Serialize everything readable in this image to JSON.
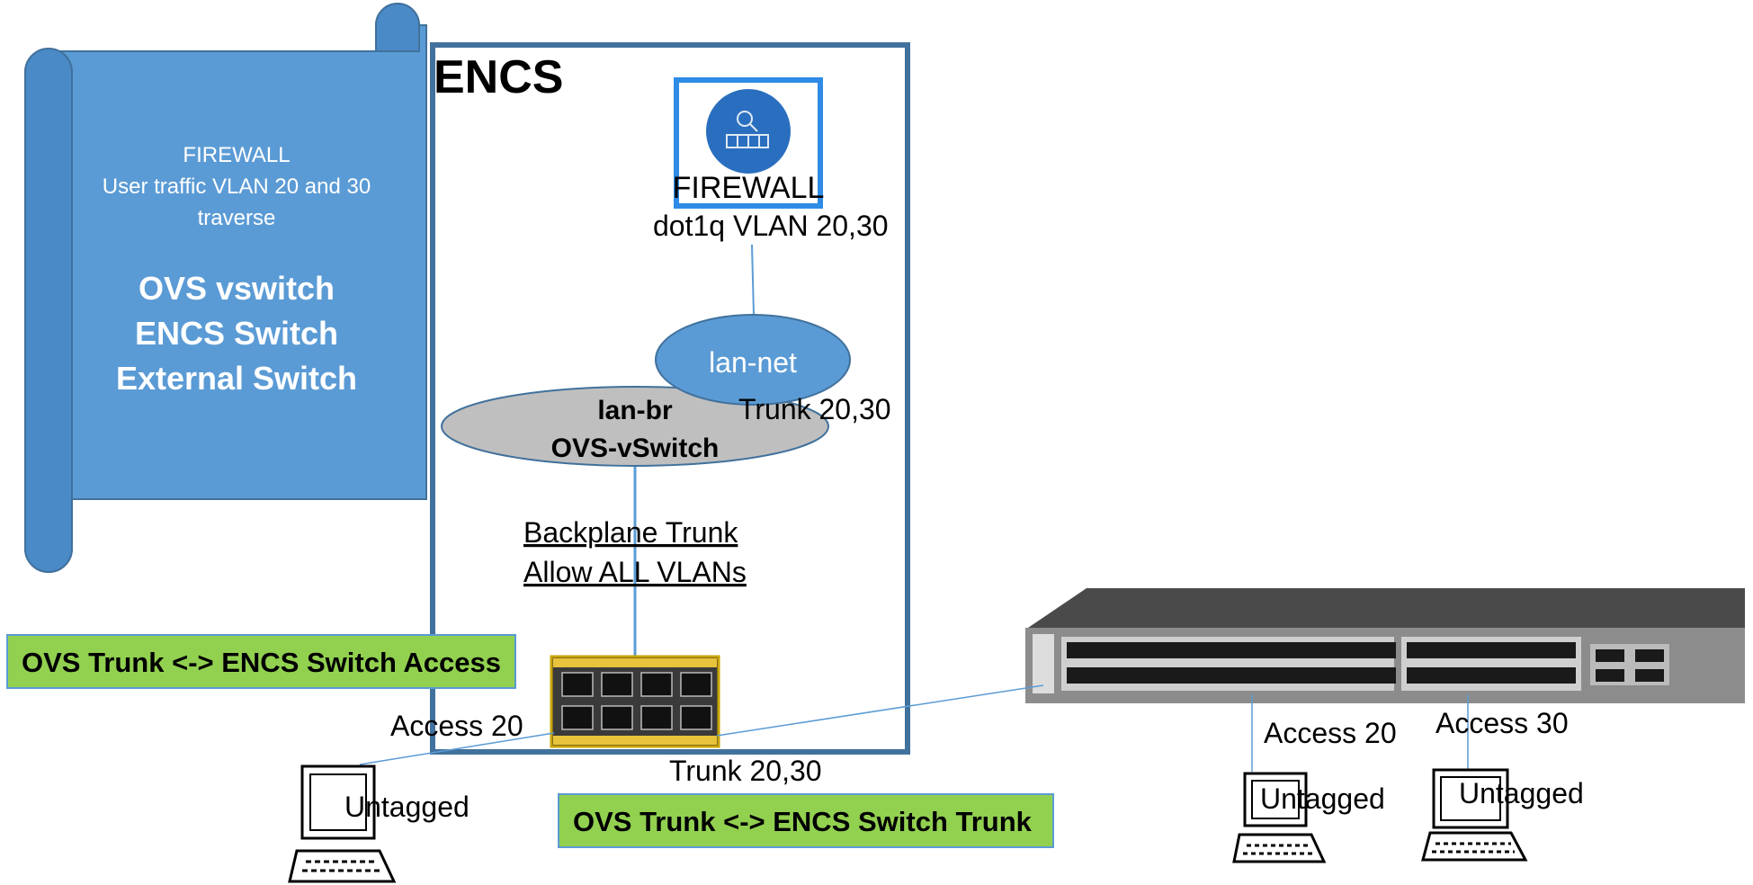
{
  "scroll_note": {
    "line1": "FIREWALL",
    "line2": "User traffic VLAN 20 and 30",
    "line3": "traverse",
    "bold1": "OVS vswitch",
    "bold2": "ENCS Switch",
    "bold3": "External Switch"
  },
  "encs": {
    "title": "ENCS",
    "firewall_label": "FIREWALL",
    "firewall_vlan": "dot1q VLAN 20,30",
    "lan_net": "lan-net",
    "trunk_upper": "Trunk 20,30",
    "lan_br_line1": "lan-br",
    "lan_br_line2": "OVS-vSwitch",
    "backplane_line1": "Backplane Trunk",
    "backplane_line2": "Allow ALL VLANs",
    "trunk_lower": "Trunk 20,30"
  },
  "callouts": {
    "access_box": "OVS Trunk <-> ENCS Switch Access",
    "trunk_box": "OVS Trunk <-> ENCS Switch Trunk"
  },
  "hosts": {
    "left_access": "Access 20",
    "left_untagged": "Untagged",
    "right1_access": "Access 20",
    "right1_untagged": "Untagged",
    "right2_access": "Access 30",
    "right2_untagged": "Untagged"
  },
  "colors": {
    "scroll_fill": "#5b9bd5",
    "scroll_stroke": "#41719c",
    "encs_border": "#41719c",
    "callout_fill": "#92d050",
    "lan_br_fill": "#bfbfbf",
    "firewall_border": "#2e8be6"
  }
}
